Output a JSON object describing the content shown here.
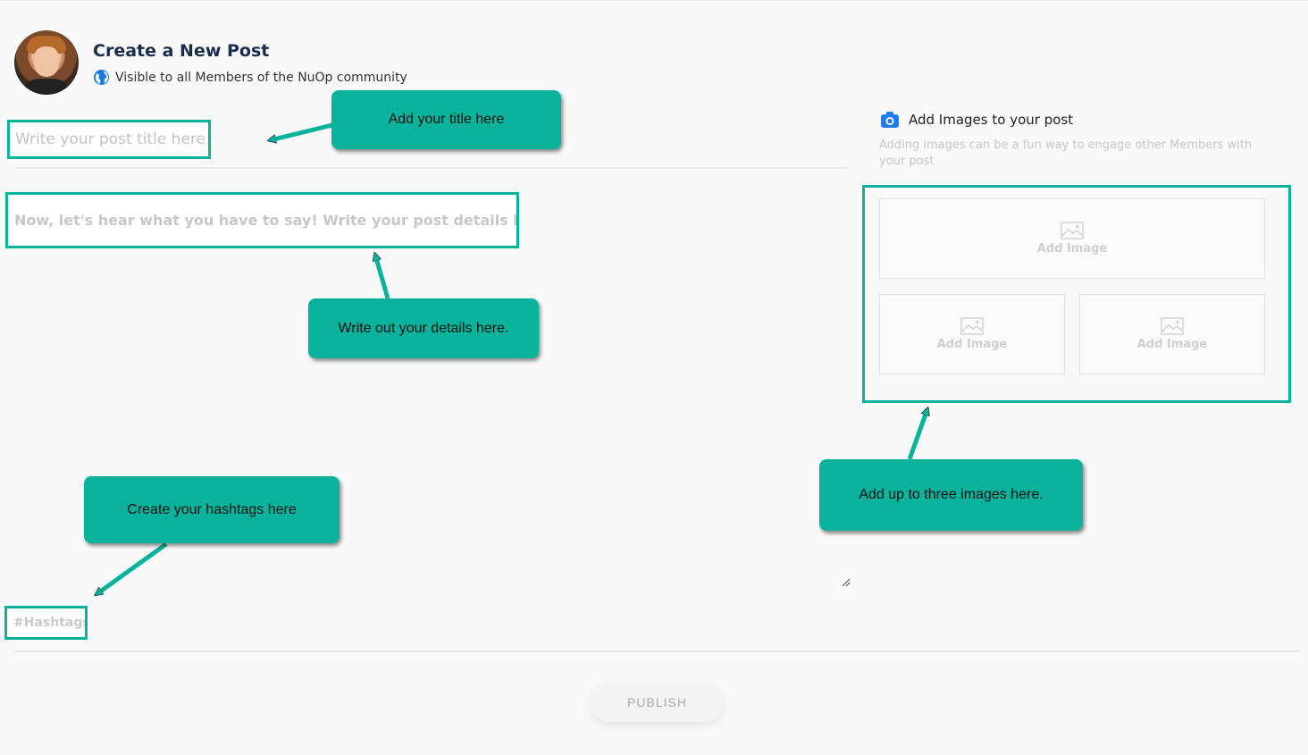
{
  "header": {
    "title": "Create a New Post",
    "visibility_text": "Visible to all Members of the NuOp community"
  },
  "form": {
    "title_placeholder": "Write your post title here.",
    "details_placeholder": "Now, let's hear what you have to say! Write your post details here.",
    "hashtags_placeholder": "#Hashtags:",
    "publish_label": "PUBLISH"
  },
  "images": {
    "header_label": "Add Images to your post",
    "help_text": "Adding images can be a fun way to engage other Members with your post",
    "slots": [
      "Add Image",
      "Add Image",
      "Add Image"
    ]
  },
  "callouts": {
    "title": "Add your title here",
    "details": "Write out your details here.",
    "hashtags": "Create your hashtags here",
    "images": "Add up to three images here."
  },
  "colors": {
    "accent": "#09b39b",
    "globe": "#1f7ae0",
    "camera": "#1e7ef0",
    "heading": "#1b2b4b"
  },
  "icons": {
    "avatar": "user-avatar",
    "globe": "globe-icon",
    "camera": "camera-icon",
    "image": "image-placeholder-icon",
    "resize": "resize-handle-icon"
  }
}
